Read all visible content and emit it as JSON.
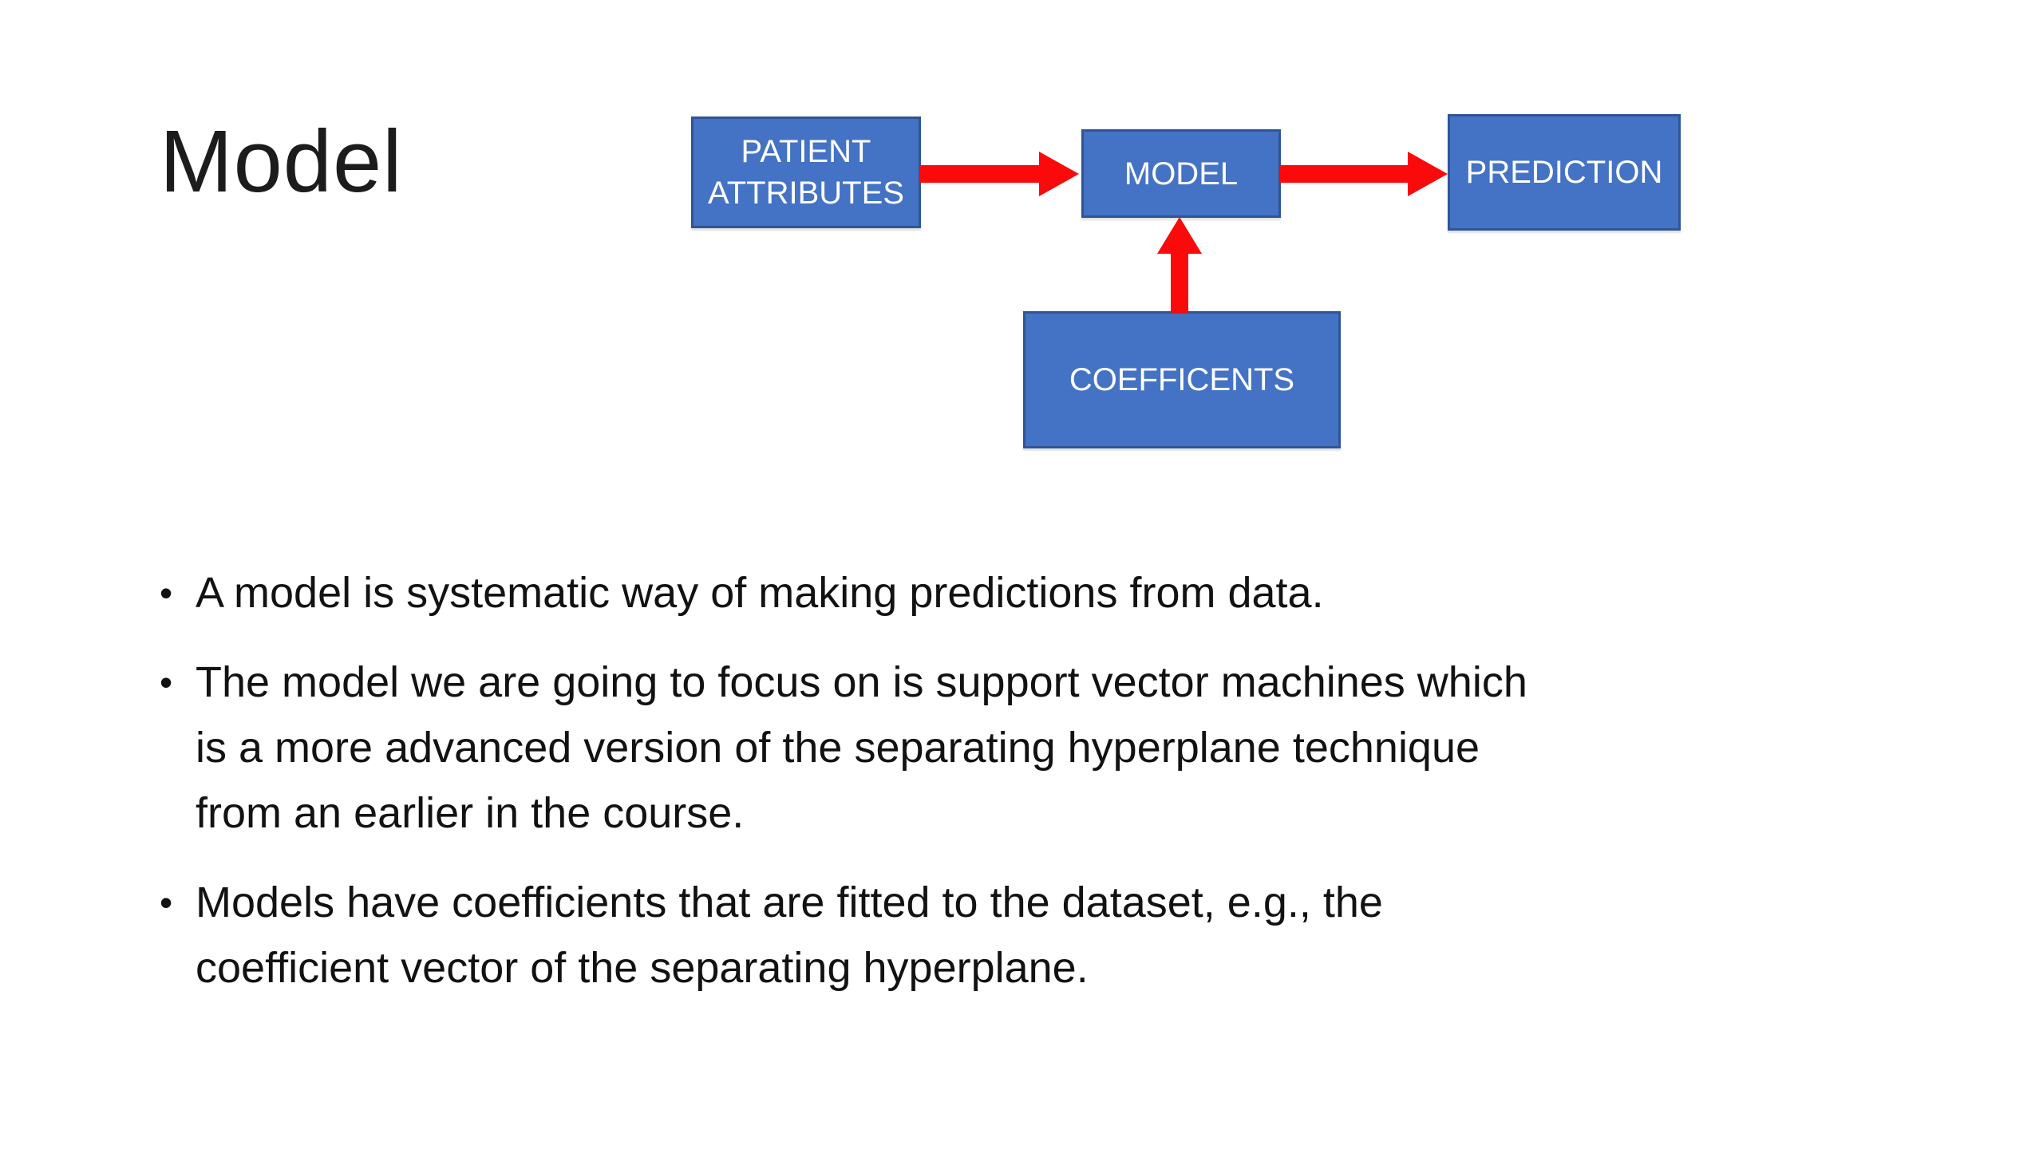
{
  "title": "Model",
  "diagram": {
    "nodes": {
      "patient_attributes": {
        "label": "PATIENT ATTRIBUTES"
      },
      "model": {
        "label": "MODEL"
      },
      "prediction": {
        "label": "PREDICTION"
      },
      "coefficents": {
        "label": "COEFFICENTS"
      }
    },
    "edges": [
      {
        "from": "patient_attributes",
        "to": "model",
        "direction": "right"
      },
      {
        "from": "model",
        "to": "prediction",
        "direction": "right"
      },
      {
        "from": "coefficents",
        "to": "model",
        "direction": "up"
      }
    ]
  },
  "bullets": [
    {
      "text": "A model is systematic way of making predictions from data.",
      "lines": [
        "A model is systematic way of making predictions from data."
      ]
    },
    {
      "text": "The model we are going to focus on is support vector machines which is a more advanced version of the separating hyperplane technique from an earlier in the course.",
      "lines": [
        "The model we are going to focus on is support vector machines which",
        "is a more advanced version of the separating hyperplane technique",
        "from an earlier in the course."
      ]
    },
    {
      "text": "Models have coefficients that are fitted to the dataset, e.g., the coefficient vector of the separating hyperplane.",
      "lines": [
        "Models have coefficients that are fitted to the dataset, e.g., the",
        "coefficient vector of the separating hyperplane."
      ]
    }
  ],
  "colors": {
    "background": "#ffffff",
    "title_text": "#1c1c1c",
    "body_text": "#121212",
    "node_fill": "#4472c4",
    "node_border": "#2f5597",
    "node_text": "#ffffff",
    "arrow": "#fa0a0a"
  }
}
